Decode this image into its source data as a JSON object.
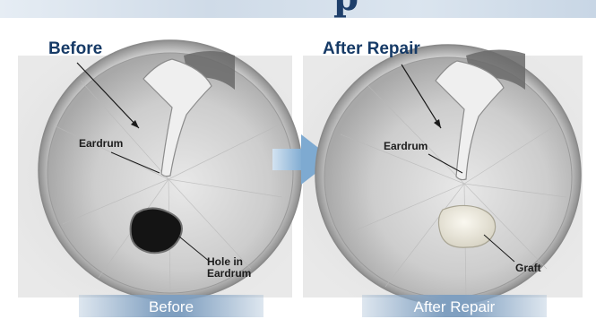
{
  "banner": {
    "title_fragment": "p"
  },
  "panels": [
    {
      "heading": "Before",
      "label_eardrum": "Eardrum",
      "label_detail": "Hole in\nEardrum",
      "caption": "Before"
    },
    {
      "heading": "After Repair",
      "label_eardrum": "Eardrum",
      "label_detail": "Graft",
      "caption": "After Repair"
    }
  ],
  "colors": {
    "heading": "#163a66",
    "caption_bar": "#7f9fc0",
    "arrow": "#8fb6d8",
    "eardrum": "#cfcfcf",
    "hole": "#1a1a1a",
    "graft": "#efece2"
  },
  "icons": {
    "transition": "right-arrow-icon"
  }
}
